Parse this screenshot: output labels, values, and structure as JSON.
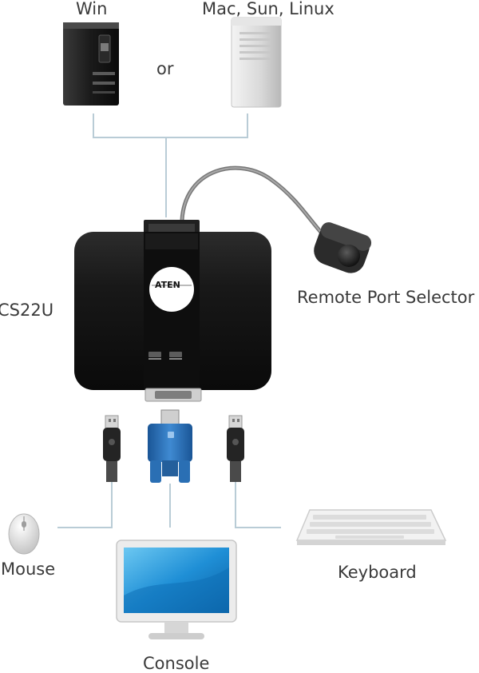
{
  "labels": {
    "win": "Win",
    "mac": "Mac, Sun, Linux",
    "or": "or",
    "device": "CS22U",
    "remote": "Remote Port Selector",
    "mouse": "Mouse",
    "keyboard": "Keyboard",
    "console": "Console"
  },
  "logo": {
    "brand": "ATEN"
  },
  "colors": {
    "connector_line": "#b9ccd6",
    "device_body": "#151515",
    "vga_blue": "#2a6fb4",
    "monitor_screen": "#1f8fd6"
  }
}
